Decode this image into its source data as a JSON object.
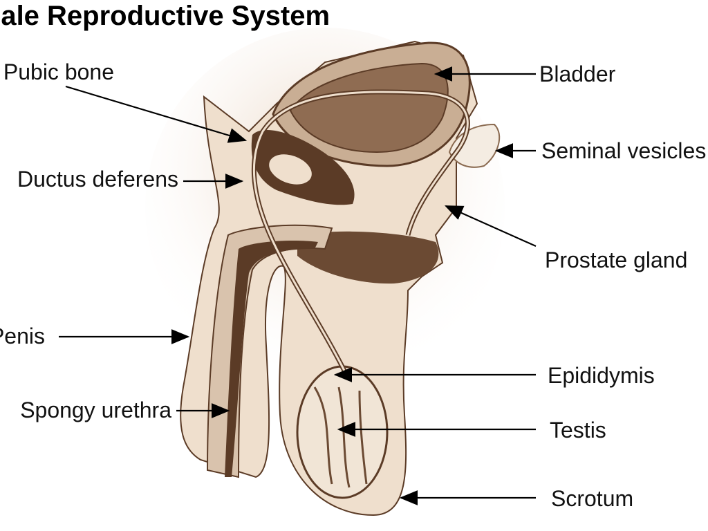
{
  "title": "Male Reproductive System",
  "labels": {
    "pubic_bone": "Pubic bone",
    "ductus_deferens": "Ductus deferens",
    "penis": "Penis",
    "spongy_urethra": "Spongy urethra",
    "bladder": "Bladder",
    "seminal_vesicles": "Seminal vesicles",
    "prostate_gland": "Prostate gland",
    "epididymis": "Epididymis",
    "testis": "Testis",
    "scrotum": "Scrotum"
  },
  "colors": {
    "tissue": "#efdfcd",
    "outline": "#5b3b26",
    "dark": "#6b4a33"
  }
}
